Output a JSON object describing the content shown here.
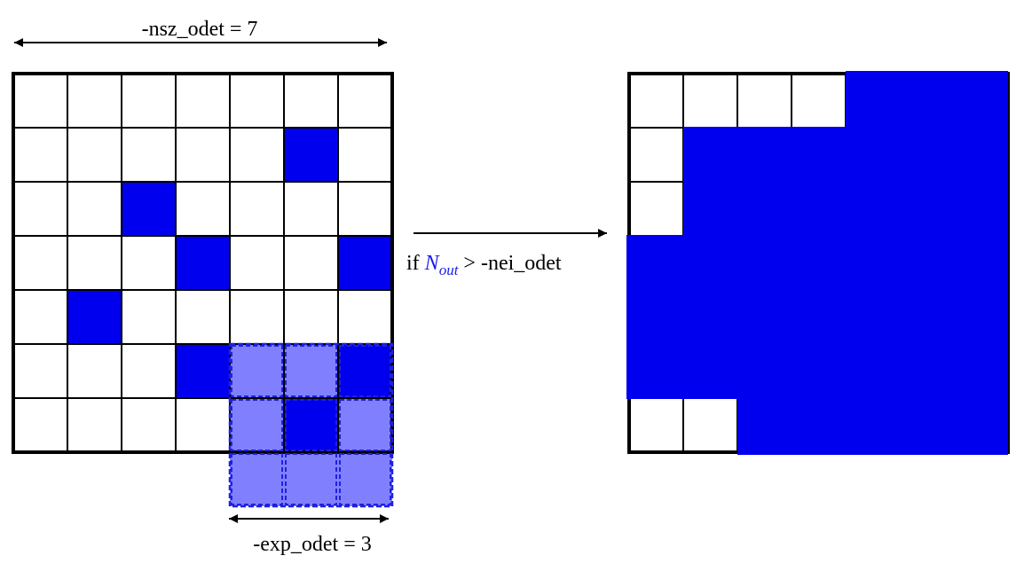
{
  "labels": {
    "nsz_text": "-nsz_odet = 7",
    "exp_text": "-exp_odet = 3",
    "cond_prefix": "if ",
    "cond_var": "N",
    "cond_sub": "out",
    "cond_suffix": " > -nei_odet"
  },
  "colors": {
    "blue": "#0000ee",
    "light_blue": "#8080ff",
    "dash_blue": "#2020dd",
    "grid": "#000000",
    "var_blue": "#1a1aee"
  },
  "left_grid": {
    "size": 7,
    "filled": [
      [
        1,
        5
      ],
      [
        2,
        2
      ],
      [
        3,
        3
      ],
      [
        3,
        6
      ],
      [
        4,
        1
      ],
      [
        5,
        3
      ],
      [
        5,
        6
      ],
      [
        6,
        5
      ]
    ],
    "window_rows": [
      5,
      6,
      7
    ],
    "window_cols": [
      4,
      5,
      6
    ]
  },
  "right_grid": {
    "rows": 7,
    "cols": 7,
    "filled_per_row": [
      [
        4,
        6
      ],
      [
        1,
        6
      ],
      [
        1,
        6
      ],
      [
        0,
        6
      ],
      [
        0,
        6
      ],
      [
        0,
        6
      ],
      [
        2,
        6
      ]
    ]
  }
}
